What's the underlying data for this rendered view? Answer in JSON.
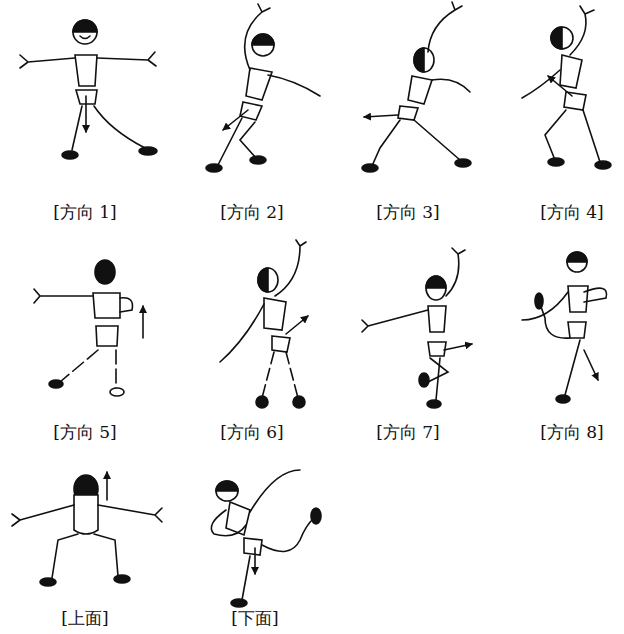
{
  "diagram": {
    "labels": [
      "[方向 1]",
      "[方向 2]",
      "[方向 3]",
      "[方向 4]",
      "[方向 5]",
      "[方向 6]",
      "[方向 7]",
      "[方向 8]",
      "[上面]",
      "[下面]"
    ]
  }
}
